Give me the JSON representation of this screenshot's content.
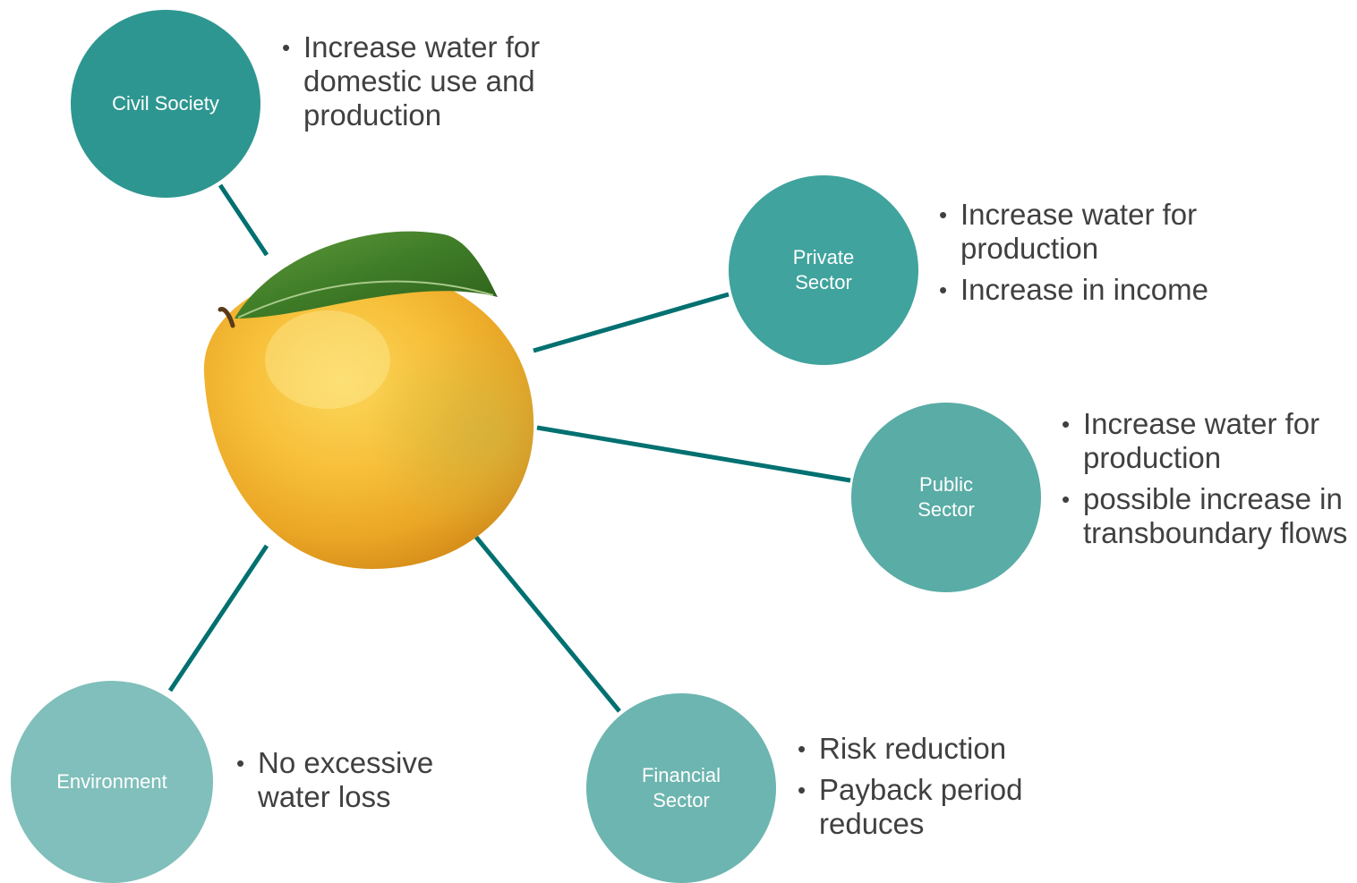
{
  "colors": {
    "connector": "#007070",
    "civil": "#2e9690",
    "private": "#40a39d",
    "public": "#5aaca6",
    "financial": "#6db5b0",
    "environment": "#80bfbb",
    "bullet_text": "#404040"
  },
  "center_image": {
    "icon": "mango-image"
  },
  "stakeholders": {
    "civil": {
      "label_lines": [
        "Civil Society"
      ],
      "bullets": [
        "Increase water for domestic use and production"
      ]
    },
    "private": {
      "label_lines": [
        "Private",
        "Sector"
      ],
      "bullets": [
        "Increase water for production",
        "Increase in income"
      ]
    },
    "public": {
      "label_lines": [
        "Public",
        "Sector"
      ],
      "bullets": [
        "Increase water for production",
        "possible increase in transboundary flows"
      ]
    },
    "financial": {
      "label_lines": [
        "Financial",
        "Sector"
      ],
      "bullets": [
        "Risk reduction",
        "Payback period reduces"
      ]
    },
    "environment": {
      "label_lines": [
        "Environment"
      ],
      "bullets": [
        "No excessive water loss"
      ]
    }
  }
}
